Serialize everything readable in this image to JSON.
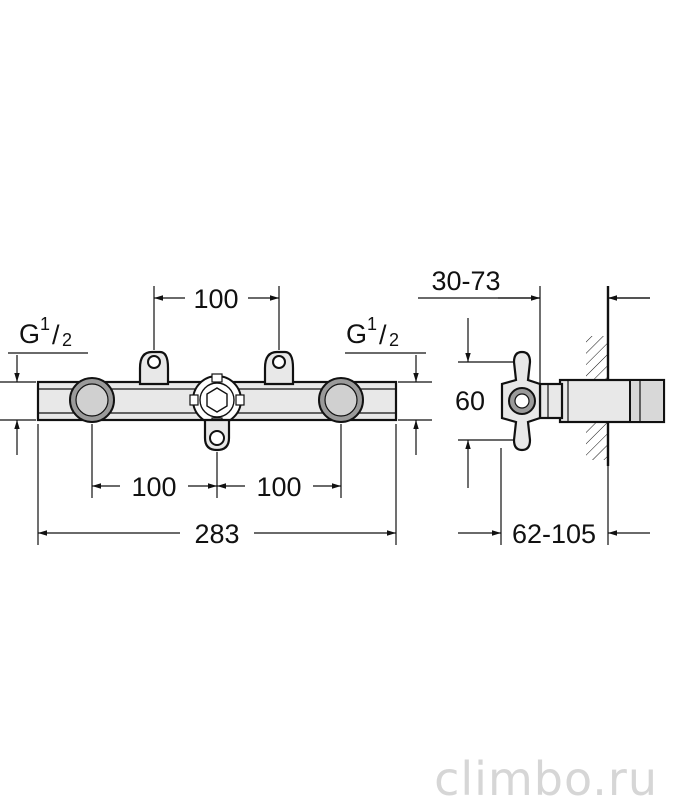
{
  "front_view": {
    "thread_left": {
      "g": "G",
      "num": "1",
      "slash": "/",
      "den": "2"
    },
    "thread_right": {
      "g": "G",
      "num": "1",
      "slash": "/",
      "den": "2"
    },
    "dim_top_spacing": "100",
    "dim_bottom_left": "100",
    "dim_bottom_right": "100",
    "dim_overall_width": "283"
  },
  "side_view": {
    "dim_depth_top": "30-73",
    "dim_height": "60",
    "dim_depth_bottom": "62-105"
  },
  "watermark": "climbo.ru",
  "colors": {
    "line": "#111111",
    "body": "#e8e8e8",
    "shade": "#9a9a9a",
    "watermark": "#d6d6d6"
  }
}
